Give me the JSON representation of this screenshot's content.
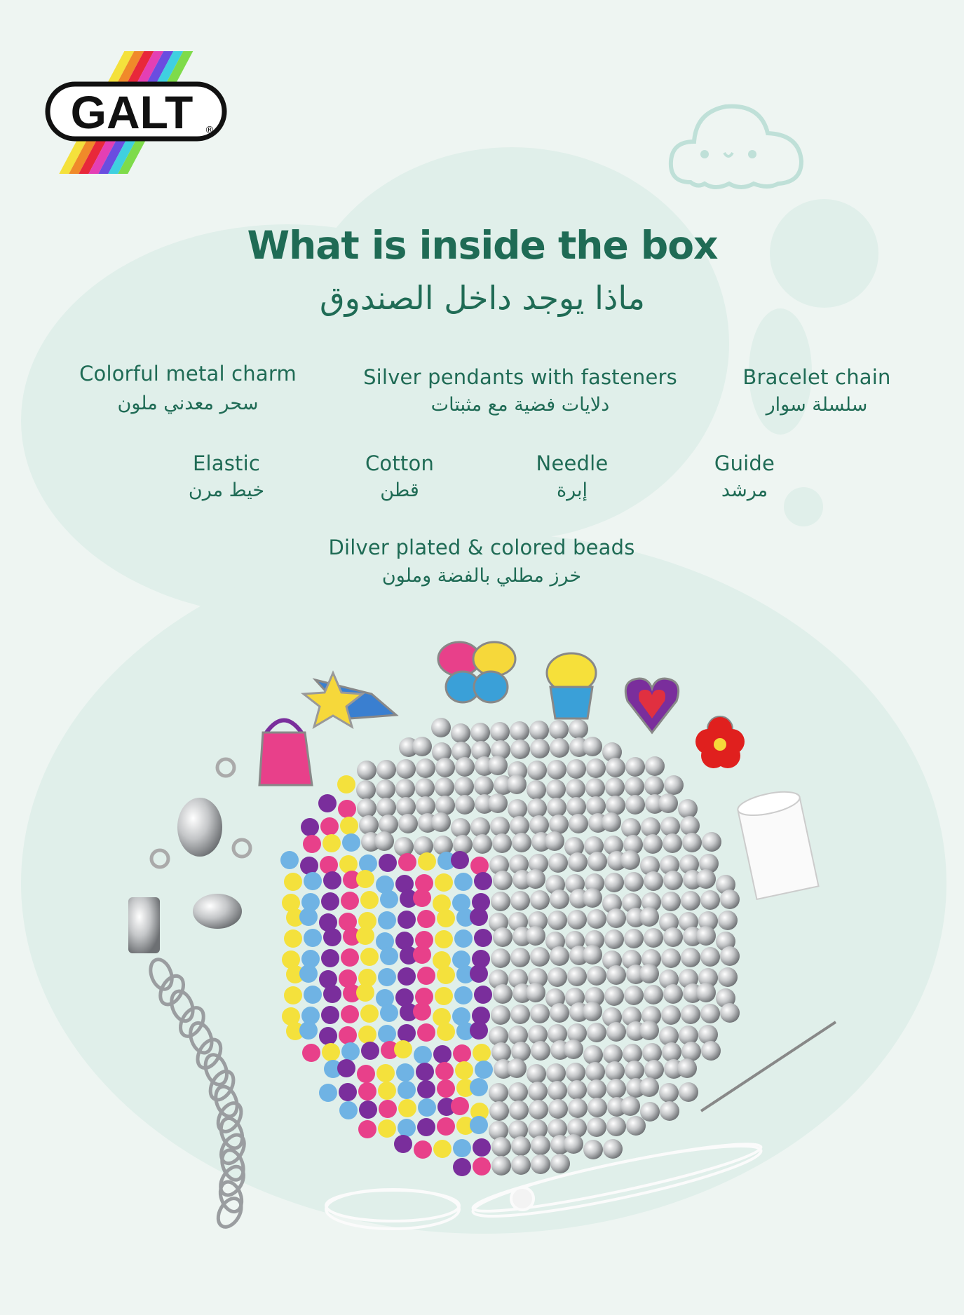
{
  "brand": {
    "logo_text": "GALT",
    "registered": "®"
  },
  "heading": {
    "title": "What is inside the box",
    "title_ar": "ماذا يوجد داخل الصندوق"
  },
  "items": [
    {
      "en": "Colorful metal charm",
      "ar": "سحر معدني ملون"
    },
    {
      "en": "Silver pendants with fasteners",
      "ar": "دلايات فضية مع مثبتات"
    },
    {
      "en": "Bracelet chain",
      "ar": "سلسلة سوار"
    },
    {
      "en": "Elastic",
      "ar": "خيط مرن"
    },
    {
      "en": "Cotton",
      "ar": "قطن"
    },
    {
      "en": "Needle",
      "ar": "إبرة"
    },
    {
      "en": "Guide",
      "ar": "مرشد"
    },
    {
      "en": "Dilver plated & colored beads",
      "ar": "خرز مطلي بالفضة وملون"
    }
  ],
  "colors": {
    "text": "#1f6b55",
    "background": "#eef5f2",
    "blob": "#e0efea",
    "bead_colors": [
      "#e8408a",
      "#f4e13c",
      "#6fb3e4",
      "#7a2e9c"
    ]
  }
}
